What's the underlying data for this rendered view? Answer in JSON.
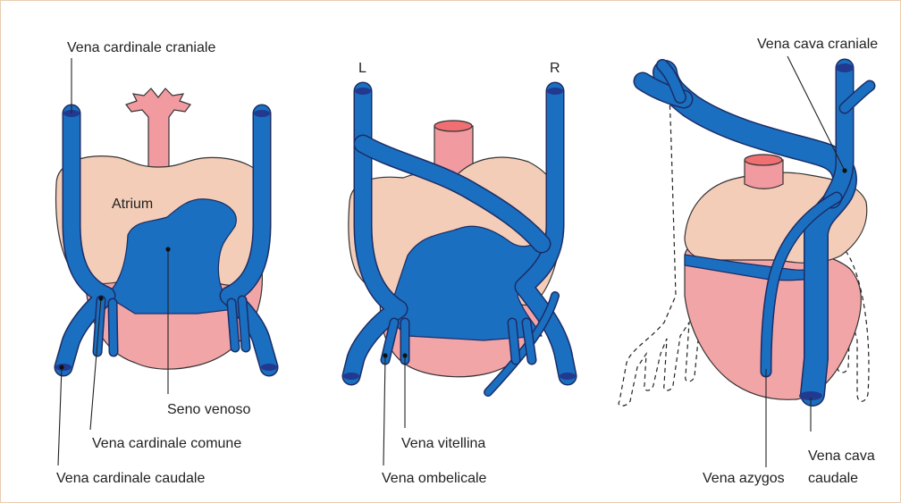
{
  "colors": {
    "vein": "#1b6fc0",
    "vein_outline": "#1b2d66",
    "vein_lumen": "#21398f",
    "atrium": "#f4cdb8",
    "ventricle": "#f2a5a6",
    "artery": "#f19aa0",
    "outline": "#333333",
    "frame": "#e8cdb0"
  },
  "panel1": {
    "vena_cardinale_craniale": "Vena cardinale craniale",
    "atrium": "Atrium",
    "seno_venoso": "Seno venoso",
    "vena_cardinale_comune": "Vena cardinale comune",
    "vena_cardinale_caudale": "Vena cardinale caudale"
  },
  "panel2": {
    "left_marker": "L",
    "right_marker": "R",
    "vena_vitellina": "Vena vitellina",
    "vena_ombelicale": "Vena ombelicale"
  },
  "panel3": {
    "vena_cava_craniale": "Vena cava craniale",
    "vena_azygos": "Vena azygos",
    "vena_cava_caudale_line1": "Vena cava",
    "vena_cava_caudale_line2": "caudale"
  }
}
